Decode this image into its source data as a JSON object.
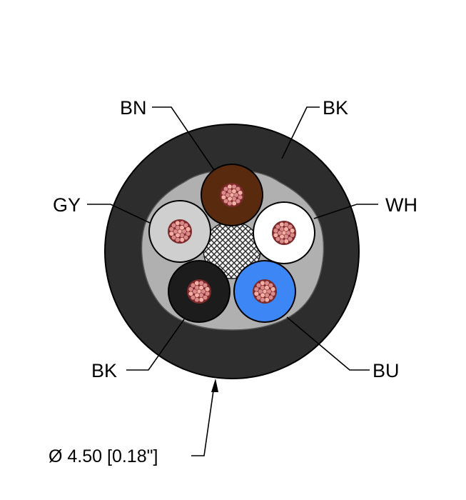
{
  "cable": {
    "jacket_color": "#2d2d2d",
    "filler_color": "#b0b0b0",
    "conductor_color": "#d98b8b"
  },
  "cores": [
    {
      "key": "bn",
      "label": "BN",
      "color": "#5a2a0e"
    },
    {
      "key": "wh",
      "label": "WH",
      "color": "#ffffff"
    },
    {
      "key": "bu",
      "label": "BU",
      "color": "#3d86f5"
    },
    {
      "key": "bk",
      "label": "BK",
      "color": "#1c1c1c"
    },
    {
      "key": "gy",
      "label": "GY",
      "color": "#cfcfcf"
    }
  ],
  "jacket_label": "BK",
  "diameter_label": "Ø 4.50 [0.18\"]"
}
